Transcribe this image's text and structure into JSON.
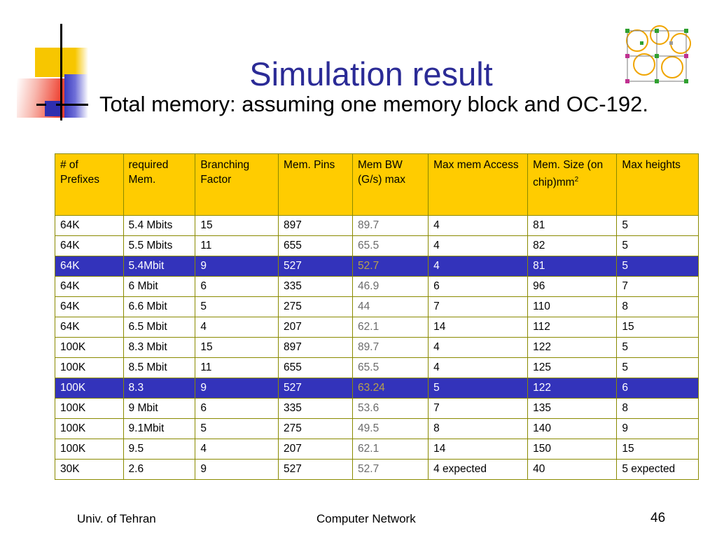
{
  "slide": {
    "title": "Simulation result",
    "bullet": "Total memory: assuming one memory block and OC-192.",
    "footer_left": "Univ. of Tehran",
    "footer_center": "Computer Network",
    "page_number": "46",
    "accent_title_color": "#2b2b96",
    "table_header_bg": "#ffcc00",
    "row_highlight_bg": "#3333bb"
  },
  "table": {
    "headers": [
      "# of Prefixes",
      "required Mem.",
      "Branching Factor",
      "Mem. Pins",
      "Mem BW (G/s) max",
      "Max mem Access",
      "Mem. Size (on chip)mm",
      "Max heights"
    ],
    "header_superscript": "2",
    "rows": [
      {
        "highlight": false,
        "cells": [
          "64K",
          "5.4 Mbits",
          "15",
          "897",
          "89.7",
          "4",
          "81",
          "5"
        ]
      },
      {
        "highlight": false,
        "cells": [
          "64K",
          "5.5 Mbits",
          "11",
          "655",
          "65.5",
          "4",
          "82",
          "5"
        ]
      },
      {
        "highlight": true,
        "cells": [
          "64K",
          "5.4Mbit",
          "9",
          "527",
          "52.7",
          "4",
          "81",
          "5"
        ]
      },
      {
        "highlight": false,
        "cells": [
          "64K",
          "6  Mbit",
          "6",
          "335",
          "46.9",
          "6",
          " 96",
          "7"
        ]
      },
      {
        "highlight": false,
        "cells": [
          "64K",
          "6.6 Mbit",
          "5",
          "275",
          "44",
          "7",
          "110",
          "8"
        ]
      },
      {
        "highlight": false,
        "cells": [
          "64K",
          "6.5 Mbit",
          "4",
          "207",
          "62.1",
          "14",
          "112",
          "15"
        ]
      },
      {
        "highlight": false,
        "cells": [
          "100K",
          "8.3 Mbit",
          "15",
          "897",
          "89.7",
          "4",
          "122",
          "5"
        ]
      },
      {
        "highlight": false,
        "cells": [
          "100K",
          "8.5 Mbit",
          "11",
          "655",
          "65.5",
          "4",
          "125",
          "5"
        ]
      },
      {
        "highlight": true,
        "cells": [
          "100K",
          "8.3",
          "9",
          "527",
          "63.24",
          "5",
          "122",
          "6"
        ]
      },
      {
        "highlight": false,
        "cells": [
          "100K",
          "9 Mbit",
          "6",
          "335",
          "53.6",
          "7",
          "135",
          "8"
        ]
      },
      {
        "highlight": false,
        "cells": [
          "100K",
          "9.1Mbit",
          "5",
          "275",
          "49.5",
          "8",
          "140",
          "9"
        ]
      },
      {
        "highlight": false,
        "cells": [
          "100K",
          "9.5",
          "4",
          "207",
          "62.1",
          "14",
          "150",
          "15"
        ]
      },
      {
        "highlight": false,
        "cells": [
          "30K",
          "2.6",
          "9",
          "527",
          "52.7",
          "4 expected",
          "40",
          "5  expected"
        ]
      }
    ],
    "dim_column_index": 4
  }
}
